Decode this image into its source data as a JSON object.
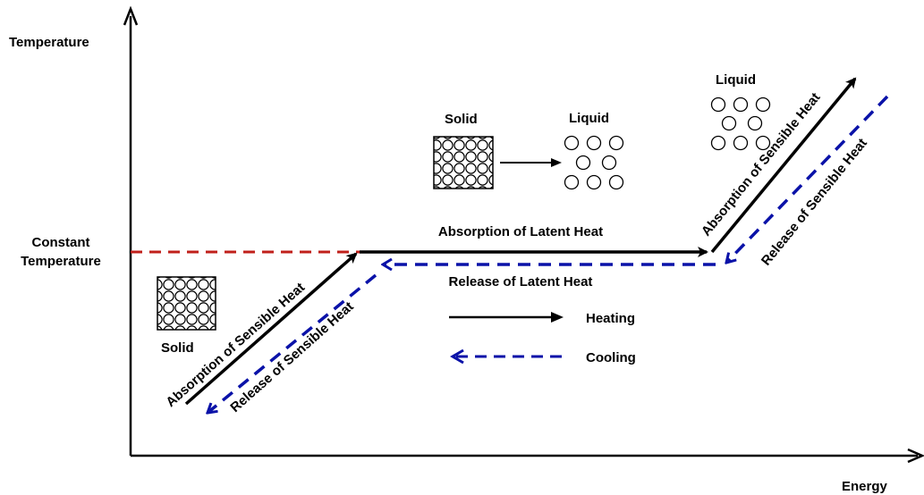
{
  "axes": {
    "y_label": "Temperature",
    "x_label": "Energy",
    "constant_line_label_1": "Constant",
    "constant_line_label_2": "Temperature"
  },
  "segments": {
    "heating_sensible_1": "Absorption  of Sensible Heat",
    "cooling_sensible_1": "Release of Sensible Heat",
    "heating_latent": "Absorption of Latent Heat",
    "cooling_latent": "Release of Latent Heat",
    "heating_sensible_2": "Absorption  of Sensible Heat",
    "cooling_sensible_2": "Release of Sensible Heat"
  },
  "phases": {
    "solid_low": "Solid",
    "solid_mid": "Solid",
    "liquid_mid": "Liquid",
    "liquid_high": "Liquid"
  },
  "legend": {
    "heating": "Heating",
    "cooling": "Cooling"
  },
  "colors": {
    "heating": "#000000",
    "cooling": "#0a12a8",
    "constant_line": "#c0201b"
  }
}
